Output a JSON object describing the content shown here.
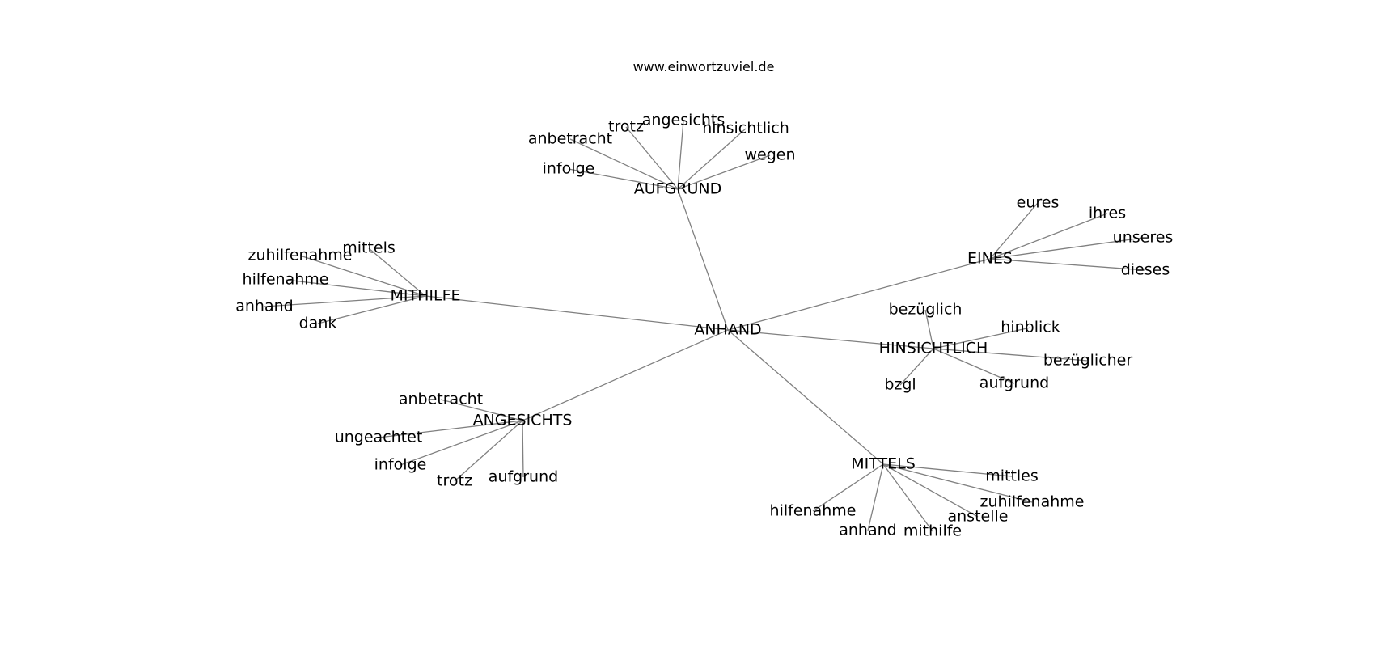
{
  "header": {
    "site": "www.einwortzuviel.de"
  },
  "graph": {
    "root": "ANHAND",
    "nodes": {
      "anhand_root": "ANHAND",
      "aufgrund_hub": "AUFGRUND",
      "eines_hub": "EINES",
      "mithilfe_hub": "MITHILFE",
      "hinsichtlich_hub": "HINSICHTLICH",
      "angesichts_hub": "ANGESICHTS",
      "mittels_hub": "MITTELS",
      "a_anbetracht": "anbetracht",
      "a_trotz": "trotz",
      "a_angesichts": "angesichts",
      "a_hinsichtlich": "hinsichtlich",
      "a_wegen": "wegen",
      "a_infolge": "infolge",
      "e_eures": "eures",
      "e_ihres": "ihres",
      "e_unseres": "unseres",
      "e_dieses": "dieses",
      "m_mittels": "mittels",
      "m_zuhilfenahme": "zuhilfenahme",
      "m_hilfenahme": "hilfenahme",
      "m_anhand": "anhand",
      "m_dank": "dank",
      "h_bezueglich": "bezüglich",
      "h_hinblick": "hinblick",
      "h_bezueglicher": "bezüglicher",
      "h_bzgl": "bzgl",
      "h_aufgrund": "aufgrund",
      "g_anbetracht": "anbetracht",
      "g_ungeachtet": "ungeachtet",
      "g_infolge": "infolge",
      "g_trotz": "trotz",
      "g_aufgrund": "aufgrund",
      "t_mittles": "mittles",
      "t_zuhilfenahme": "zuhilfenahme",
      "t_anstelle": "anstelle",
      "t_mithilfe": "mithilfe",
      "t_anhand": "anhand",
      "t_hilfenahme": "hilfenahme"
    },
    "edges": [
      [
        "anhand_root",
        "aufgrund_hub"
      ],
      [
        "anhand_root",
        "eines_hub"
      ],
      [
        "anhand_root",
        "mithilfe_hub"
      ],
      [
        "anhand_root",
        "hinsichtlich_hub"
      ],
      [
        "anhand_root",
        "angesichts_hub"
      ],
      [
        "anhand_root",
        "mittels_hub"
      ],
      [
        "aufgrund_hub",
        "a_anbetracht"
      ],
      [
        "aufgrund_hub",
        "a_trotz"
      ],
      [
        "aufgrund_hub",
        "a_angesichts"
      ],
      [
        "aufgrund_hub",
        "a_hinsichtlich"
      ],
      [
        "aufgrund_hub",
        "a_wegen"
      ],
      [
        "aufgrund_hub",
        "a_infolge"
      ],
      [
        "eines_hub",
        "e_eures"
      ],
      [
        "eines_hub",
        "e_ihres"
      ],
      [
        "eines_hub",
        "e_unseres"
      ],
      [
        "eines_hub",
        "e_dieses"
      ],
      [
        "mithilfe_hub",
        "m_mittels"
      ],
      [
        "mithilfe_hub",
        "m_zuhilfenahme"
      ],
      [
        "mithilfe_hub",
        "m_hilfenahme"
      ],
      [
        "mithilfe_hub",
        "m_anhand"
      ],
      [
        "mithilfe_hub",
        "m_dank"
      ],
      [
        "hinsichtlich_hub",
        "h_bezueglich"
      ],
      [
        "hinsichtlich_hub",
        "h_hinblick"
      ],
      [
        "hinsichtlich_hub",
        "h_bezueglicher"
      ],
      [
        "hinsichtlich_hub",
        "h_bzgl"
      ],
      [
        "hinsichtlich_hub",
        "h_aufgrund"
      ],
      [
        "angesichts_hub",
        "g_anbetracht"
      ],
      [
        "angesichts_hub",
        "g_ungeachtet"
      ],
      [
        "angesichts_hub",
        "g_infolge"
      ],
      [
        "angesichts_hub",
        "g_trotz"
      ],
      [
        "angesichts_hub",
        "g_aufgrund"
      ],
      [
        "mittels_hub",
        "t_mittles"
      ],
      [
        "mittels_hub",
        "t_zuhilfenahme"
      ],
      [
        "mittels_hub",
        "t_anstelle"
      ],
      [
        "mittels_hub",
        "t_mithilfe"
      ],
      [
        "mittels_hub",
        "t_anhand"
      ],
      [
        "mittels_hub",
        "t_hilfenahme"
      ]
    ],
    "colors": {
      "edge": "#808080",
      "text": "#000000",
      "background": "#ffffff"
    }
  }
}
